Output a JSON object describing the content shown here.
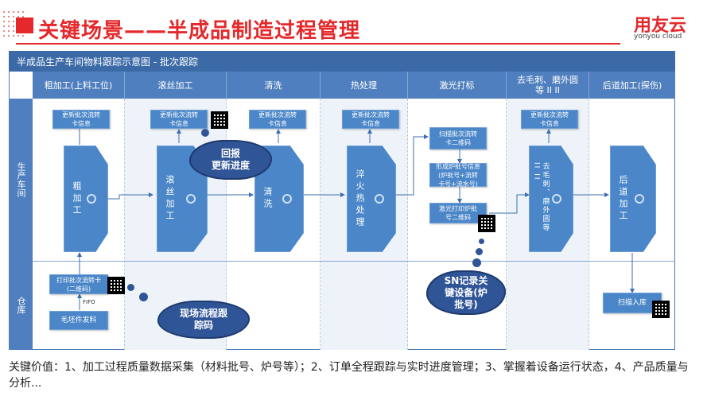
{
  "slide": {
    "title": "关键场景——半成品制造过程管理",
    "logo_main": "用友云",
    "logo_sub": "yonyou cloud"
  },
  "diagram": {
    "header": "半成品生产车间物料跟踪示意图 - 批次跟踪",
    "columns": [
      "粗加工(上料工位)",
      "滚丝加工",
      "清洗",
      "热处理",
      "激光打标",
      "去毛刺、磨外圆\n等 II II",
      "后道加工(探伤)"
    ],
    "lanes": [
      "生产车间",
      "仓库"
    ],
    "update_card": "更新批次流转\n卡信息",
    "process_labels": [
      "粗加工",
      "滚丝加工",
      "清洗",
      "淬火热处理",
      "去毛刺、磨外圆等II II",
      "后道加工"
    ],
    "laser_steps": [
      "扫描批次流转\n卡二维码",
      "形成炉批号信息\n(炉批号+流转\n卡号+流水号)",
      "激光打印炉批\n号二维码"
    ],
    "warehouse_print": "打印批次流转卡\n(二维码)",
    "warehouse_fifo": "FIFO",
    "warehouse_issue": "毛坯件发料",
    "warehouse_scan": "扫描入库",
    "clouds": {
      "report": "回报\n更新进度",
      "trace": "现场流程跟\n踪码",
      "sn": "SN记录关\n键设备(炉\n批号)"
    }
  },
  "footer": "关键价值：1、加工过程质量数据采集（材料批号、炉号等）；2、订单全程跟踪与实时进度管理；3、掌握着设备运行状态，4、产品质量与分析..."
}
